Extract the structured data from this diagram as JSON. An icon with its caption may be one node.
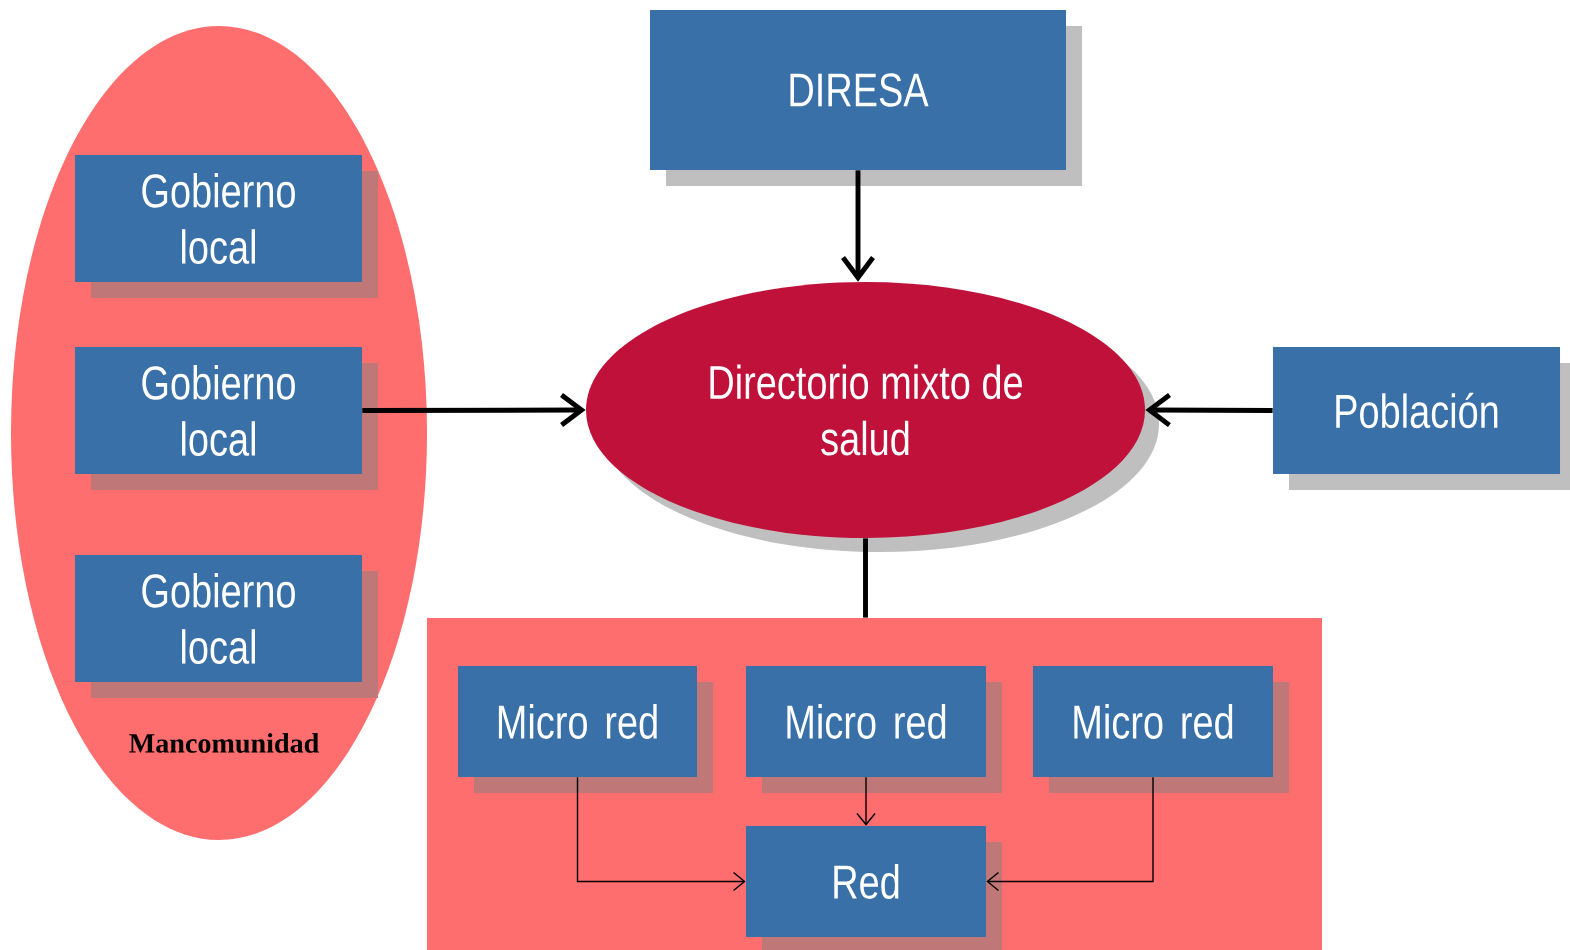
{
  "diagram": {
    "nodes": [
      {
        "text": [
          "Mancomunidad"
        ]
      },
      {
        "text": [
          "Gobierno local"
        ],
        "in": 0
      },
      {
        "text": [
          "Gobierno local"
        ],
        "in": 0
      },
      {
        "text": [
          "Gobierno local"
        ],
        "in": 0
      },
      {
        "text": [
          "DIRESA"
        ]
      },
      {
        "text": [
          "Directorio mixto de salud"
        ]
      },
      {
        "text": [
          "Población"
        ]
      },
      {
        "text": [],
        "shape": "box"
      },
      {
        "text": [
          "Micro red"
        ],
        "in": 7
      },
      {
        "text": [
          "Micro red"
        ],
        "in": 7
      },
      {
        "text": [
          "Micro red"
        ],
        "in": 7
      },
      {
        "text": [
          "Red"
        ],
        "in": 7
      }
    ],
    "edges": [
      {
        "from": 4,
        "to": 5,
        "arrow": "to"
      },
      {
        "from": 2,
        "to": 5,
        "arrow": "to"
      },
      {
        "from": 6,
        "to": 5,
        "arrow": "to"
      },
      {
        "from": 5,
        "to": 7,
        "arrow": "none"
      },
      {
        "from": 8,
        "to": 11,
        "arrow": "to"
      },
      {
        "from": 9,
        "to": 11,
        "arrow": "to"
      },
      {
        "from": 10,
        "to": 11,
        "arrow": "to"
      }
    ]
  }
}
